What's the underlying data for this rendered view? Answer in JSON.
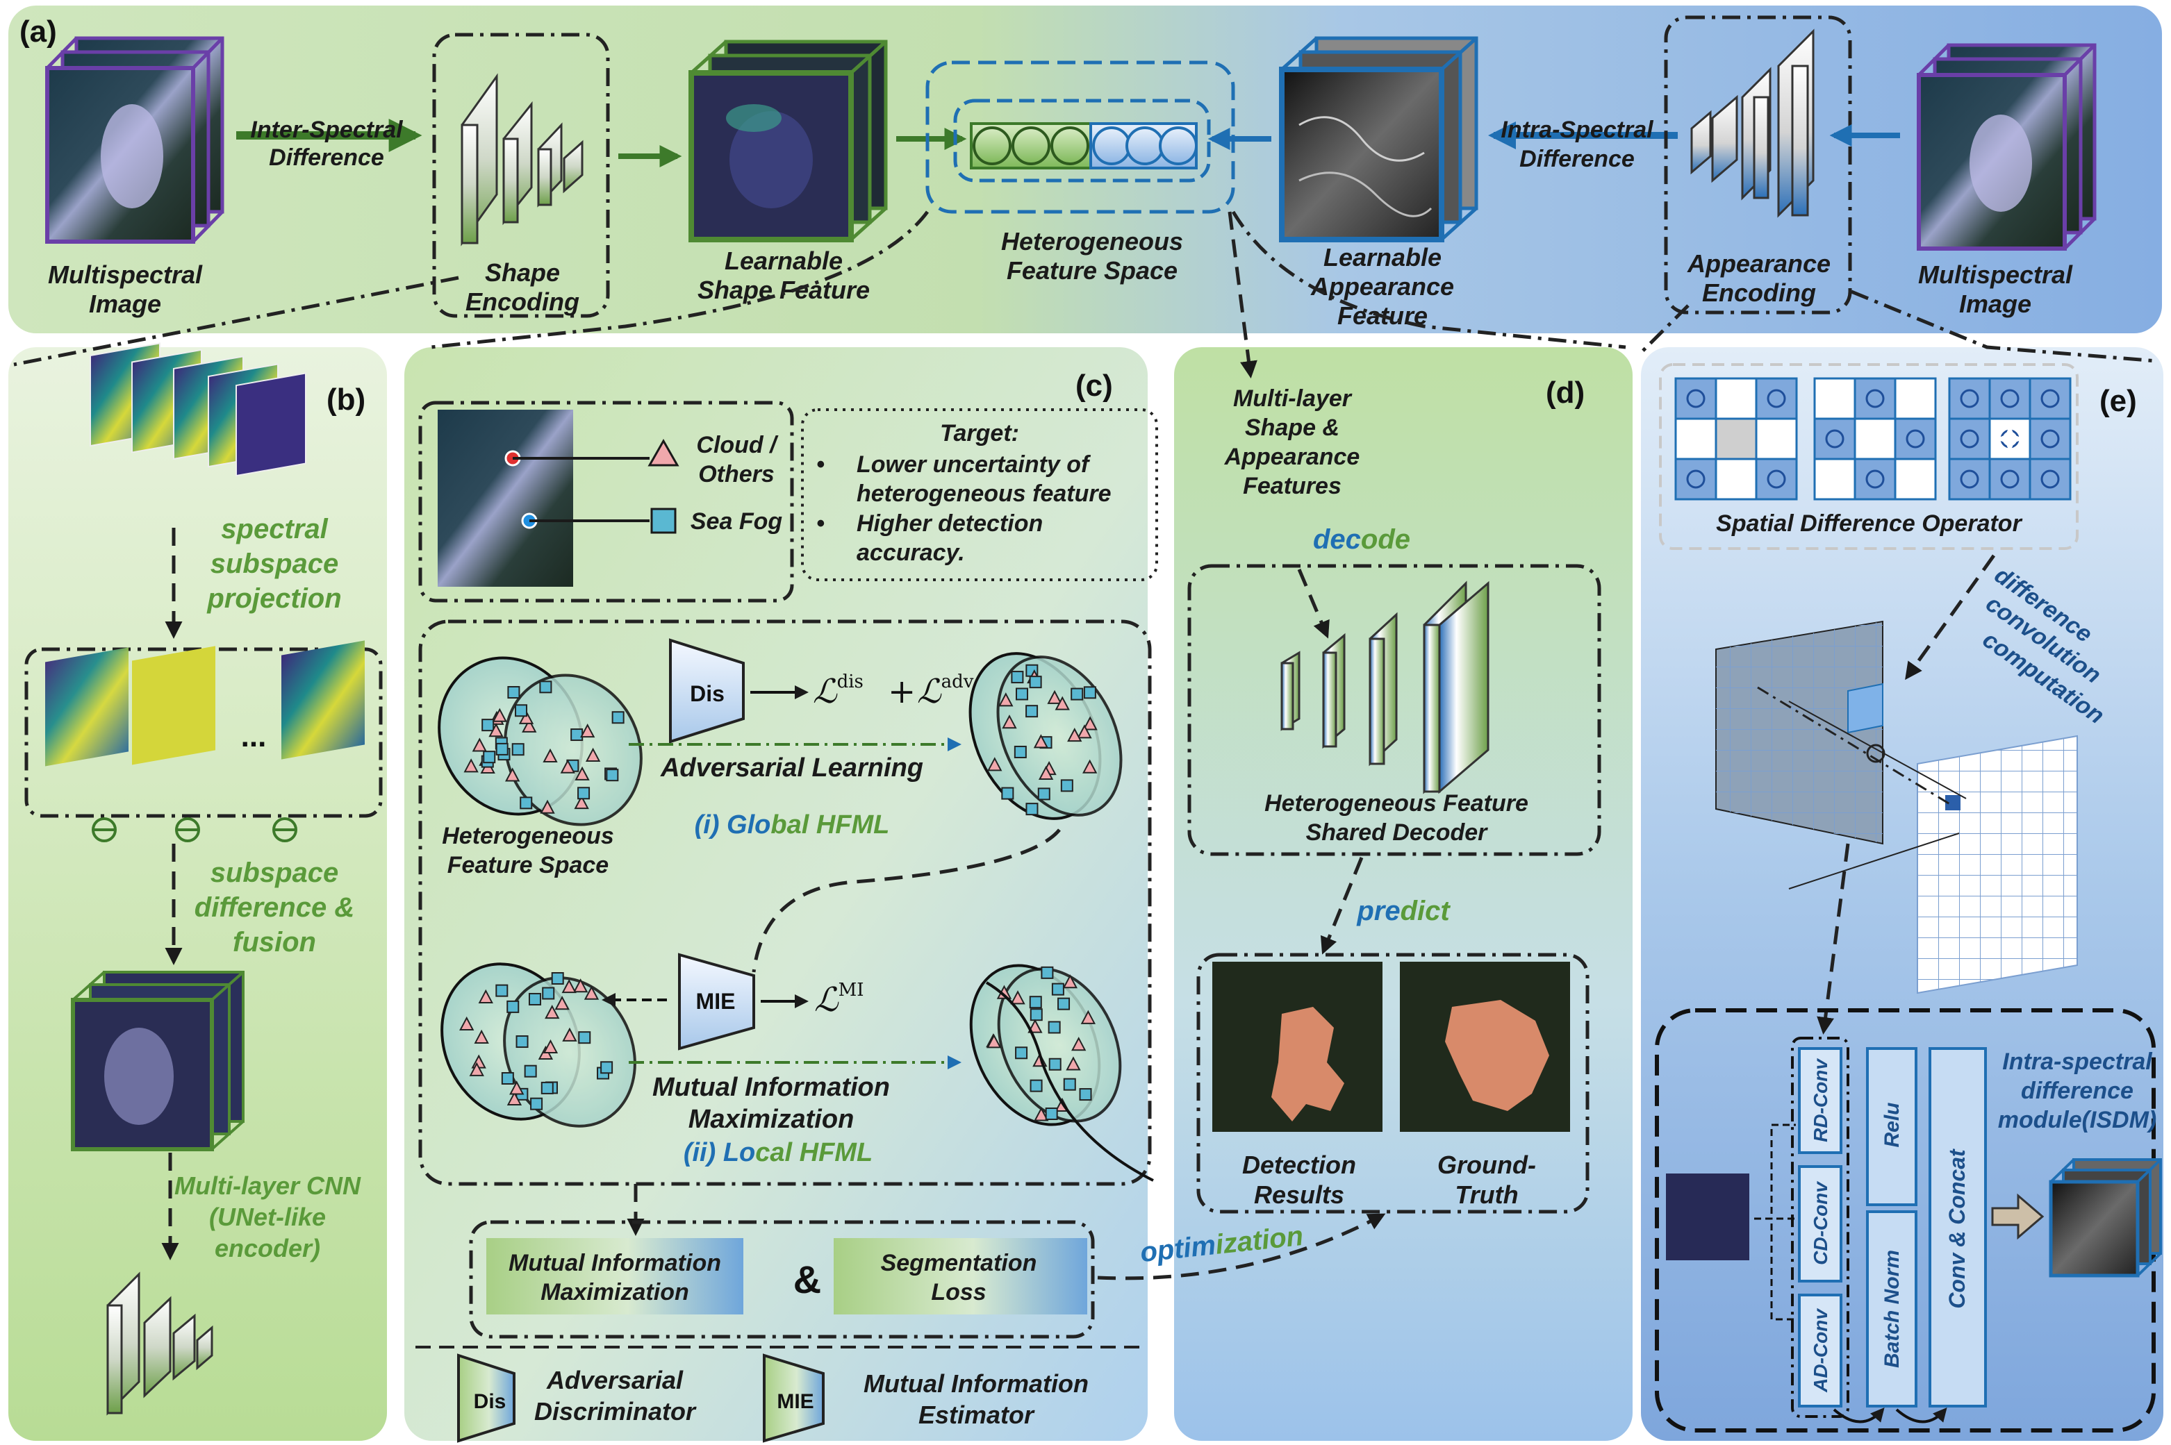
{
  "panels": {
    "a": "(a)",
    "b": "(b)",
    "c": "(c)",
    "d": "(d)",
    "e": "(e)"
  },
  "top": {
    "ms_left": [
      "Multispectral",
      "Image"
    ],
    "inter_spectral": [
      "Inter-Spectral",
      "Difference"
    ],
    "shape_encoding": [
      "Shape",
      "Encoding"
    ],
    "learnable_shape": [
      "Learnable",
      "Shape Feature"
    ],
    "hetero_space": [
      "Heterogeneous",
      "Feature Space"
    ],
    "learnable_appearance": [
      "Learnable",
      "Appearance",
      "Feature"
    ],
    "intra_spectral": [
      "Intra-Spectral",
      "Difference"
    ],
    "appearance_encoding": [
      "Appearance",
      "Encoding"
    ],
    "ms_right": [
      "Multispectral",
      "Image"
    ]
  },
  "b": {
    "spectral_projection": [
      "spectral",
      "subspace",
      "projection"
    ],
    "ellipsis": "...",
    "subspace_fusion": [
      "subspace",
      "difference &",
      "fusion"
    ],
    "cnn": [
      "Multi-layer CNN",
      "(UNet-like",
      "encoder)"
    ]
  },
  "c": {
    "cloud": [
      "Cloud /",
      "Others"
    ],
    "sea_fog": "Sea Fog",
    "target_title": "Target:",
    "target_items": [
      [
        "Lower uncertainty of",
        "heterogeneous feature"
      ],
      [
        "Higher detection",
        "accuracy."
      ]
    ],
    "dis": "Dis",
    "loss_dis": "ℒ",
    "loss_dis_sup": "dis",
    "plus": "+",
    "loss_adv": "ℒ",
    "loss_adv_sup": "adv",
    "adversarial_learning": "Adversarial Learning",
    "hetero_space": [
      "Heterogeneous",
      "Feature Space"
    ],
    "global_prefix": "(i) Glo",
    "global_suffix": "bal HFML",
    "mie": "MIE",
    "loss_mi": "ℒ",
    "loss_mi_sup": "MI",
    "mim": [
      "Mutual Information",
      "Maximization"
    ],
    "local_prefix": "(ii) Lo",
    "local_suffix": "cal HFML",
    "box_mim": [
      "Mutual Information",
      "Maximization"
    ],
    "amp": "&",
    "box_seg": [
      "Segmentation",
      "Loss"
    ],
    "legend_dis": "Dis",
    "legend_dis_label": [
      "Adversarial",
      "Discriminator"
    ],
    "legend_mie": "MIE",
    "legend_mie_label": [
      "Mutual Information",
      "Estimator"
    ]
  },
  "d": {
    "multilayer": [
      "Multi-layer",
      "Shape &",
      "Appearance",
      "Features"
    ],
    "decode_a": "dec",
    "decode_b": "ode",
    "decoder": [
      "Heterogeneous Feature",
      "Shared Decoder"
    ],
    "predict_a": "pre",
    "predict_b": "dict",
    "detection": [
      "Detection",
      "Results"
    ],
    "gt": [
      "Ground-",
      "Truth"
    ],
    "optim_a": "optim",
    "optim_b": "ization"
  },
  "e": {
    "sdo": "Spatial Difference Operator",
    "diff_conv": [
      "difference",
      "convolution",
      "computation"
    ],
    "rd": "RD-Conv",
    "cd": "CD-Conv",
    "ad": "AD-Conv",
    "relu": "Relu",
    "bn": "Batch Norm",
    "concat": "Conv & Concat",
    "isdm": [
      "Intra-spectral",
      "difference",
      "module(ISDM)"
    ]
  },
  "colors": {
    "green": "#5a9a3a",
    "blue": "#1f6fb3",
    "panel_green": "#c9e3b4",
    "panel_blue": "#a9c8ea"
  }
}
